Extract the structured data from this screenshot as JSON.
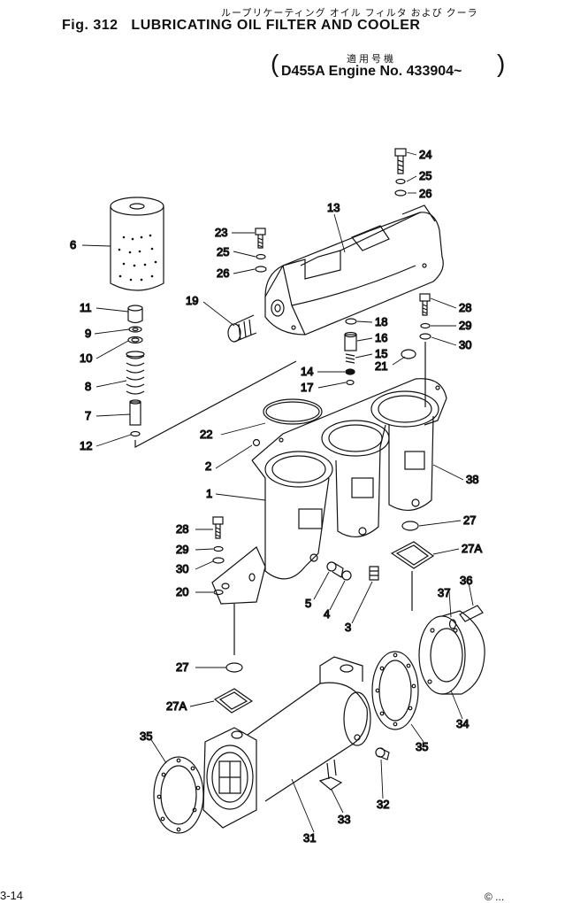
{
  "header": {
    "subtitle_jp": "ループリケーティング オイル フィルタ および クーラ",
    "fig_label": "Fig. 312",
    "title": "LUBRICATING OIL FILTER AND COOLER",
    "applicability_jp": "適用号機",
    "applicability": "D455A Engine No. 433904~"
  },
  "footer": {
    "page": "3-14",
    "code": "© ..."
  },
  "callouts": [
    {
      "id": "c24a",
      "label": "24"
    },
    {
      "id": "c25a",
      "label": "25"
    },
    {
      "id": "c26a",
      "label": "26"
    },
    {
      "id": "c13",
      "label": "13"
    },
    {
      "id": "c6",
      "label": "6"
    },
    {
      "id": "c23",
      "label": "23"
    },
    {
      "id": "c25b",
      "label": "25"
    },
    {
      "id": "c26b",
      "label": "26"
    },
    {
      "id": "c11",
      "label": "11"
    },
    {
      "id": "c9",
      "label": "9"
    },
    {
      "id": "c10",
      "label": "10"
    },
    {
      "id": "c8",
      "label": "8"
    },
    {
      "id": "c7",
      "label": "7"
    },
    {
      "id": "c12",
      "label": "12"
    },
    {
      "id": "c19",
      "label": "19"
    },
    {
      "id": "c18",
      "label": "18"
    },
    {
      "id": "c16",
      "label": "16"
    },
    {
      "id": "c15",
      "label": "15"
    },
    {
      "id": "c14",
      "label": "14"
    },
    {
      "id": "c17",
      "label": "17"
    },
    {
      "id": "c21",
      "label": "21"
    },
    {
      "id": "c28a",
      "label": "28"
    },
    {
      "id": "c29a",
      "label": "29"
    },
    {
      "id": "c30a",
      "label": "30"
    },
    {
      "id": "c22",
      "label": "22"
    },
    {
      "id": "c2",
      "label": "2"
    },
    {
      "id": "c38",
      "label": "38"
    },
    {
      "id": "c1",
      "label": "1"
    },
    {
      "id": "c27a",
      "label": "27"
    },
    {
      "id": "c28b",
      "label": "28"
    },
    {
      "id": "c29b",
      "label": "29"
    },
    {
      "id": "c30b",
      "label": "30"
    },
    {
      "id": "c20",
      "label": "20"
    },
    {
      "id": "c27Aa",
      "label": "27A"
    },
    {
      "id": "c5",
      "label": "5"
    },
    {
      "id": "c4",
      "label": "4"
    },
    {
      "id": "c3",
      "label": "3"
    },
    {
      "id": "c37",
      "label": "37"
    },
    {
      "id": "c36",
      "label": "36"
    },
    {
      "id": "c27b",
      "label": "27"
    },
    {
      "id": "c27Ab",
      "label": "27A"
    },
    {
      "id": "c34",
      "label": "34"
    },
    {
      "id": "c35a",
      "label": "35"
    },
    {
      "id": "c35b",
      "label": "35"
    },
    {
      "id": "c32",
      "label": "32"
    },
    {
      "id": "c33",
      "label": "33"
    },
    {
      "id": "c31",
      "label": "31"
    }
  ]
}
